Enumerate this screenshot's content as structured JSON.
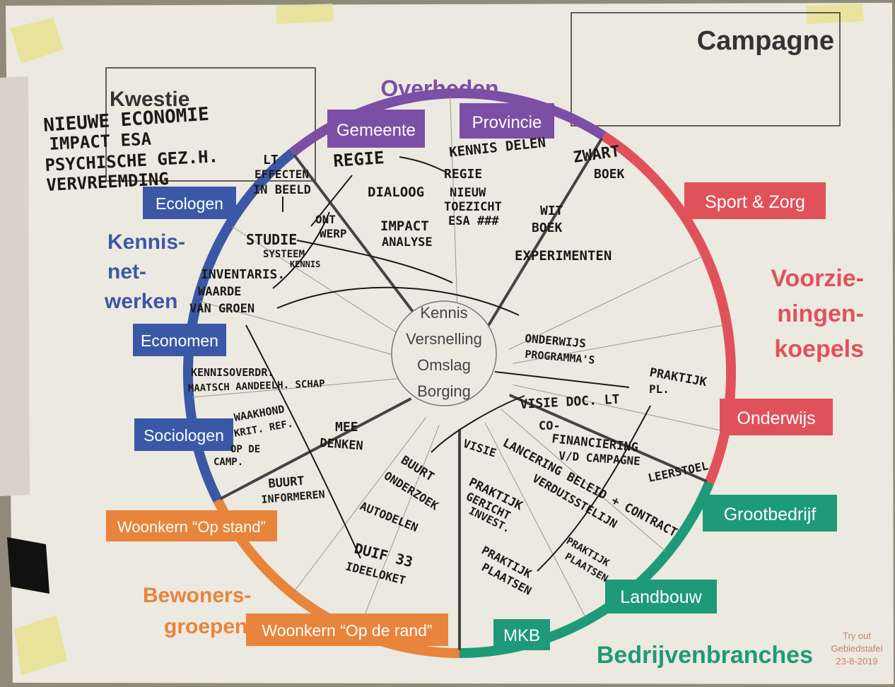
{
  "colors": {
    "paper": "#ece9e1",
    "purple": "#7b4fa5",
    "red": "#e0525a",
    "green": "#1e9a78",
    "orange": "#e8843b",
    "blue": "#3b58a7",
    "ink": "#1c1a17"
  },
  "header": {
    "kwestie_title": "Kwestie",
    "campagne_title": "Campagne"
  },
  "ring_titles": {
    "overheden": "Overheden",
    "kennisnetwerken": [
      "Kennis-",
      "net-",
      "werken"
    ],
    "voorzieningenkoepels": [
      "Voorzie-",
      "ningen-",
      "koepels"
    ],
    "bewonersgroepen": [
      "Bewoners-",
      "groepen"
    ],
    "bedrijvenbranches": "Bedrijvenbranches"
  },
  "sector_labels": {
    "gemeente": "Gemeente",
    "provincie": "Provincie",
    "sport_zorg": "Sport & Zorg",
    "onderwijs": "Onderwijs",
    "grootbedrijf": "Grootbedrijf",
    "landbouw": "Landbouw",
    "mkb": "MKB",
    "woonkern_rand": "Woonkern “Op de rand”",
    "woonkern_stand": "Woonkern “Op stand”",
    "sociologen": "Sociologen",
    "economen": "Economen",
    "ecologen": "Ecologen"
  },
  "center": [
    "Kennis",
    "Versnelling",
    "Omslag",
    "Borging"
  ],
  "footer": {
    "line1": "Try out",
    "line2": "Gebiedstafel",
    "line3": "23-8-2019"
  },
  "handwriting": {
    "kwestie_notes": [
      "NIEUWE ECONOMIE",
      "IMPACT ESA",
      "PSYCHISCHE GEZ.H.",
      "VERVREEMDING"
    ],
    "regie": "REGIE",
    "kennis_delen": "KENNIS DELEN",
    "regie2": "REGIE",
    "nieuw_toezicht": [
      "NIEUW",
      "TOEZICHT",
      "ESA ###"
    ],
    "zwart_boek": [
      "ZWART",
      "BOEK"
    ],
    "wit_boek": [
      "WIT",
      "BOEK"
    ],
    "experimenten": "EXPERIMENTEN",
    "dialoog": "DIALOOG",
    "impact_analyse": [
      "IMPACT",
      "ANALYSE"
    ],
    "lt_effecten": [
      "LT",
      "EFFECTEN",
      "IN BEELD"
    ],
    "ontwerp": [
      "ONT",
      "WERP"
    ],
    "studie": "STUDIE",
    "systeem_kennis": [
      "SYSTEEM",
      "KENNIS"
    ],
    "inventaris": [
      "INVENTARIS.",
      "WAARDE",
      "VAN GROEN"
    ],
    "onderwijs_programmas": [
      "ONDERWIJS",
      "PROGRAMMA'S"
    ],
    "praktijk_pl": [
      "PRAKTIJK",
      "PL."
    ],
    "visie_doc": "VISIE DOC. LT",
    "cofinanciering": [
      "CO-",
      "FINANCIERING",
      "V/D CAMPAGNE"
    ],
    "leerstoel": "LEERSTOEL",
    "lancering": "LANCERING BELEID + CONTRACT",
    "verduisstelijn": "VERDUISSTELIJN",
    "praktijk_plaatsen_r": [
      "PRAKTIJK",
      "PLAATSEN"
    ],
    "visie": "VISIE",
    "praktijk_gericht": [
      "PRAKTIJK",
      "GERICHT",
      "INVEST."
    ],
    "praktijk_plaatsen": [
      "PRAKTIJK",
      "PLAATSEN"
    ],
    "buurt_onderzoek": [
      "BUURT",
      "ONDERZOEK"
    ],
    "autodelen": "AUTODELEN",
    "duif": [
      "DUIF 33",
      "IDEELOKET"
    ],
    "mee_denken": [
      "MEE",
      "DENKEN"
    ],
    "buurt_informeren": [
      "BUURT",
      "INFORMEREN"
    ],
    "waakhond": [
      "WAAKHOND",
      "KRIT. REF.",
      "OP DE",
      "CAMP."
    ],
    "kennis_overdr": [
      "KENNISOVERDR.",
      "MAATSCH AANDEELH. SCHAP"
    ]
  }
}
